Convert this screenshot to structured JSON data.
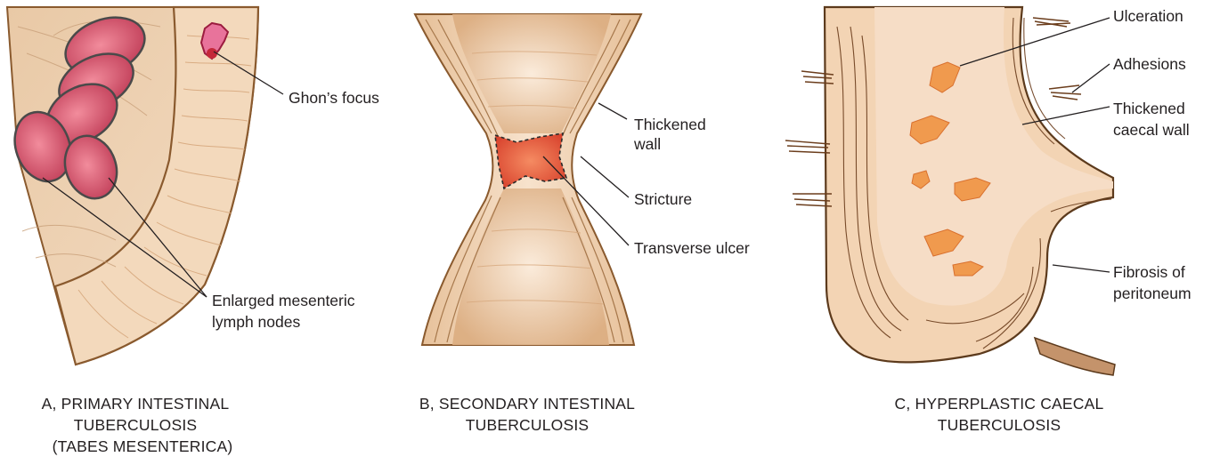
{
  "panels": {
    "a": {
      "caption_lines": [
        "A, PRIMARY INTESTINAL",
        "TUBERCULOSIS",
        "(TABES MESENTERICA)"
      ],
      "labels": {
        "ghon": "Ghon’s focus",
        "nodes_line1": "Enlarged mesenteric",
        "nodes_line2": "lymph nodes"
      }
    },
    "b": {
      "caption_lines": [
        "B, SECONDARY INTESTINAL",
        "TUBERCULOSIS"
      ],
      "labels": {
        "wall_line1": "Thickened",
        "wall_line2": "wall",
        "stricture": "Stricture",
        "ulcer": "Transverse ulcer"
      }
    },
    "c": {
      "caption_lines": [
        "C, HYPERPLASTIC CAECAL",
        "TUBERCULOSIS"
      ],
      "labels": {
        "ulceration": "Ulceration",
        "adhesions": "Adhesions",
        "wall_line1": "Thickened",
        "wall_line2": "caecal wall",
        "fibrosis_line1": "Fibrosis of",
        "fibrosis_line2": "peritoneum"
      }
    }
  },
  "colors": {
    "tissue_light": "#f5d9bd",
    "tissue_mid": "#e8bf95",
    "tissue_dark_line": "#8a5a2e",
    "lymph_node": "#d9576a",
    "ulcer_red": "#e0503a",
    "ulcer_orange": "#f09a4e",
    "adhesion_brown": "#6b3d1c"
  }
}
